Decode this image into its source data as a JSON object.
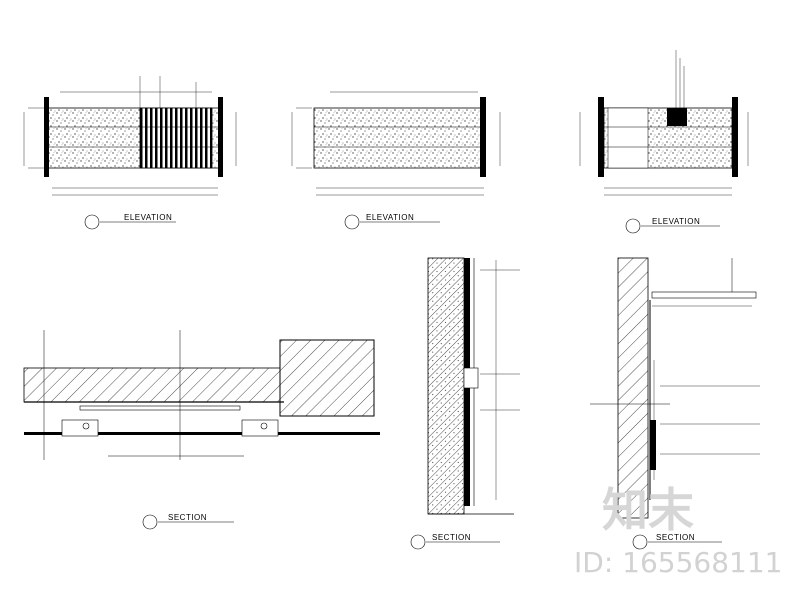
{
  "drawings": {
    "elevation_1": {
      "title": "ELEVATION"
    },
    "elevation_2": {
      "title": "ELEVATION"
    },
    "elevation_3": {
      "title": "ELEVATION"
    },
    "section_1": {
      "title": "SECTION"
    },
    "section_2": {
      "title": "SECTION"
    },
    "section_3": {
      "title": "SECTION"
    }
  },
  "watermark": {
    "logo_text": "知末",
    "id_text": "ID: 165568111"
  },
  "colors": {
    "line": "#000000",
    "watermark": "#d6d6d6",
    "background": "#ffffff"
  }
}
